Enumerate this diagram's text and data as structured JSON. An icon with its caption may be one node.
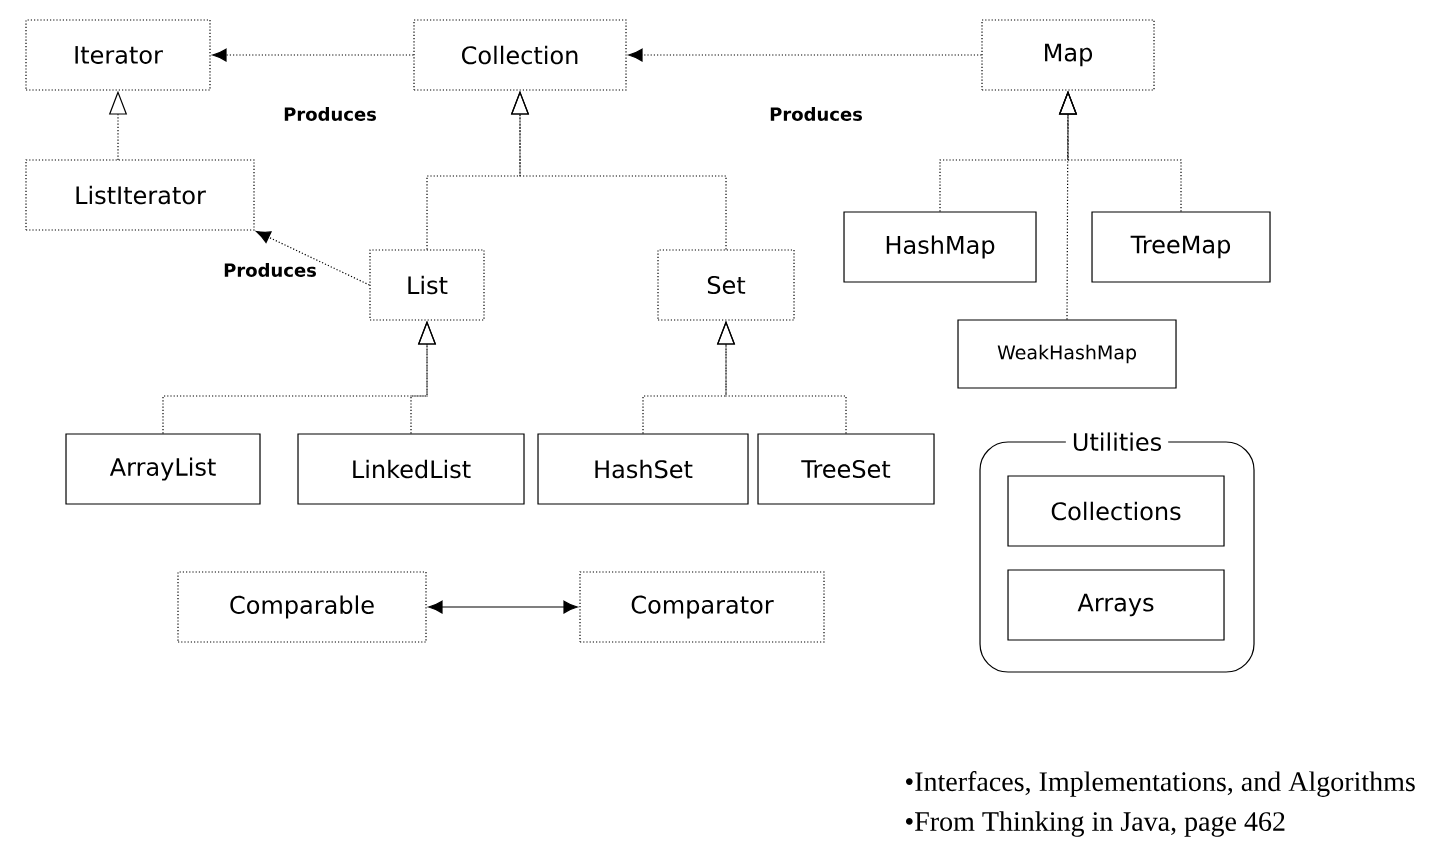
{
  "diagram": {
    "nodes": [
      {
        "text": [
          "Iterator"
        ]
      },
      {
        "text": [
          "Collection"
        ]
      },
      {
        "text": [
          "Map"
        ]
      },
      {
        "text": [
          "ListIterator"
        ]
      },
      {
        "text": [
          "List"
        ]
      },
      {
        "text": [
          "Set"
        ]
      },
      {
        "text": [
          "HashMap"
        ]
      },
      {
        "text": [
          "TreeMap"
        ]
      },
      {
        "text": [
          "WeakHashMap"
        ]
      },
      {
        "text": [
          "ArrayList"
        ]
      },
      {
        "text": [
          "LinkedList"
        ]
      },
      {
        "text": [
          "HashSet"
        ]
      },
      {
        "text": [
          "TreeSet"
        ]
      },
      {
        "text": [
          "Utilities"
        ]
      },
      {
        "text": [
          "Collections"
        ],
        "in": 13
      },
      {
        "text": [
          "Arrays"
        ],
        "in": 13
      },
      {
        "text": [
          "Comparable"
        ]
      },
      {
        "text": [
          "Comparator"
        ]
      }
    ],
    "edges": [
      {
        "from": 1,
        "to": 0,
        "arrow": "to",
        "label": "Produces",
        "style": "dashed"
      },
      {
        "from": 2,
        "to": 1,
        "arrow": "to",
        "label": "Produces",
        "style": "dashed"
      },
      {
        "from": 3,
        "to": 0,
        "arrow": "to",
        "style": "dashed"
      },
      {
        "from": 4,
        "to": 1,
        "arrow": "to",
        "style": "dashed"
      },
      {
        "from": 5,
        "to": 1,
        "arrow": "to",
        "style": "dashed"
      },
      {
        "from": 4,
        "to": 3,
        "arrow": "to",
        "label": "Produces",
        "style": "dashed"
      },
      {
        "from": 6,
        "to": 2,
        "arrow": "to",
        "style": "dashed"
      },
      {
        "from": 7,
        "to": 2,
        "arrow": "to",
        "style": "dashed"
      },
      {
        "from": 8,
        "to": 2,
        "arrow": "to",
        "style": "dashed"
      },
      {
        "from": 9,
        "to": 4,
        "arrow": "to",
        "style": "dashed"
      },
      {
        "from": 10,
        "to": 4,
        "arrow": "to",
        "style": "dashed"
      },
      {
        "from": 11,
        "to": 5,
        "arrow": "to",
        "style": "dashed"
      },
      {
        "from": 12,
        "to": 5,
        "arrow": "to",
        "style": "dashed"
      },
      {
        "from": 16,
        "to": 17,
        "arrow": "both"
      }
    ],
    "labels": [
      "•Interfaces, Implementations, and Algorithms",
      "•From Thinking in Java, page 462"
    ]
  }
}
